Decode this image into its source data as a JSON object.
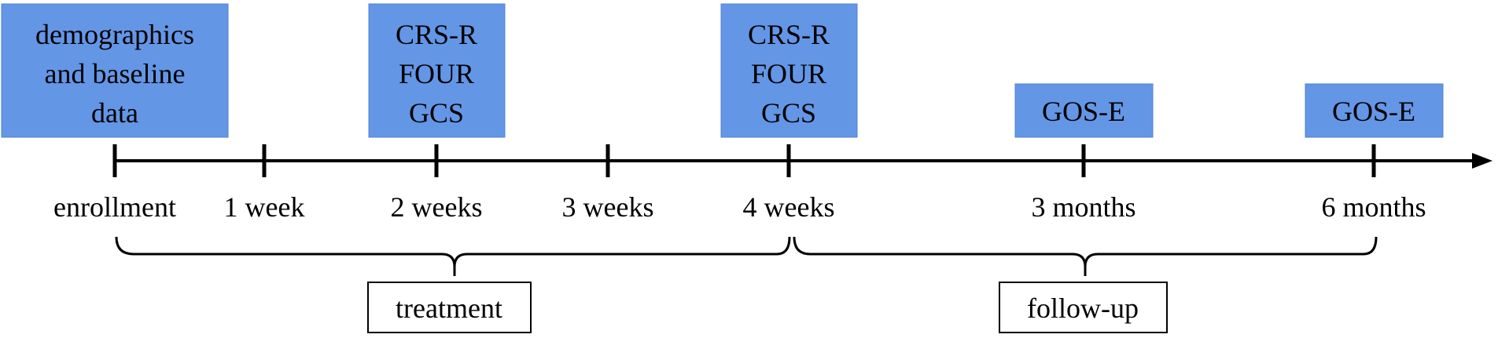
{
  "colors": {
    "box_fill": "#6496E6",
    "box_border": "#4F83D4",
    "line": "#000000",
    "label_box_border": "#000000"
  },
  "boxes": [
    {
      "lines": [
        "demographics",
        "and baseline",
        "data"
      ],
      "at": "enrollment"
    },
    {
      "lines": [
        "CRS-R",
        "FOUR",
        "GCS"
      ],
      "at": "2 weeks"
    },
    {
      "lines": [
        "CRS-R",
        "FOUR",
        "GCS"
      ],
      "at": "4 weeks"
    },
    {
      "lines": [
        "GOS-E"
      ],
      "at": "3 months"
    },
    {
      "lines": [
        "GOS-E"
      ],
      "at": "6 months"
    }
  ],
  "timepoints": [
    "enrollment",
    "1 week",
    "2 weeks",
    "3 weeks",
    "4 weeks",
    "3 months",
    "6 months"
  ],
  "phases": [
    {
      "label": "treatment",
      "from": "enrollment",
      "to": "4 weeks"
    },
    {
      "label": "follow-up",
      "from": "4 weeks",
      "to": "6 months"
    }
  ]
}
